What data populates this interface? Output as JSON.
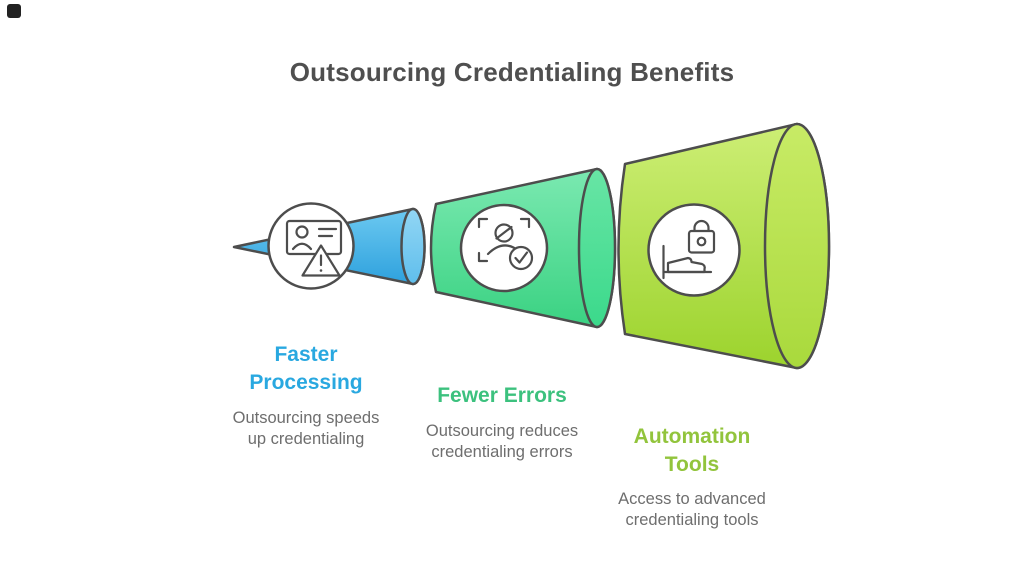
{
  "page": {
    "title": "Outsourcing Credentialing Benefits",
    "title_color": "#4F4F4F",
    "background_color": "#FFFFFF",
    "outline_color": "#4D4D4D",
    "corner_mark_color": "#222222"
  },
  "benefits": [
    {
      "title": "Faster Processing",
      "title_lines": [
        "Faster",
        "Processing"
      ],
      "description": "Outsourcing speeds up credentialing",
      "description_lines": [
        "Outsourcing speeds",
        "up credentialing"
      ],
      "accent_color": "#29A8E0",
      "cone_color": "#3FAEE8",
      "icon": "id-card-alert-icon"
    },
    {
      "title": "Fewer Errors",
      "title_lines": [
        "Fewer Errors"
      ],
      "description": "Outsourcing reduces credentialing errors",
      "description_lines": [
        "Outsourcing reduces",
        "credentialing errors"
      ],
      "accent_color": "#3CC17E",
      "cone_color": "#4ADB8D",
      "icon": "identity-check-icon"
    },
    {
      "title": "Automation Tools",
      "title_lines": [
        "Automation",
        "Tools"
      ],
      "description": "Access to advanced credentialing tools",
      "description_lines": [
        "Access to advanced",
        "credentialing tools"
      ],
      "accent_color": "#92C43C",
      "cone_color": "#AEDB3E",
      "icon": "lock-bed-icon"
    }
  ]
}
